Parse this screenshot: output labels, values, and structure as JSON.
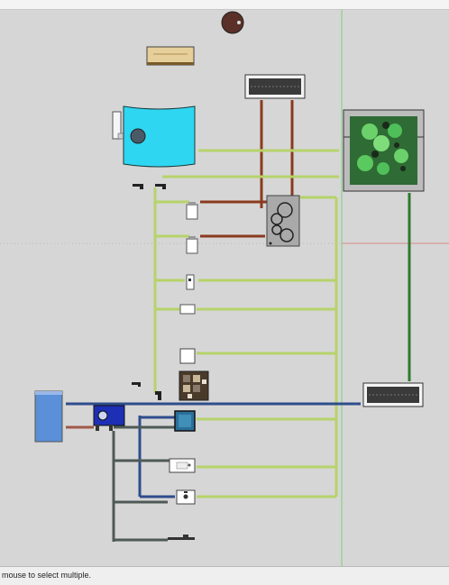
{
  "status_bar": {
    "message": "mouse to select multiple."
  },
  "colors": {
    "background": "#d6d6d6",
    "green_axis": "#7fd07f",
    "red_axis": "#d88a8a",
    "water_pipe": "#b7d36b",
    "hot_pipe": "#8b3a1e",
    "blue_pipe": "#2e4d8c",
    "drain_pipe": "#4f5a57",
    "dark_green_line": "#2d7a2d",
    "tank": "#2fd6f2",
    "solar_panel": "#5b8fd8",
    "pump": "#1d2fb5",
    "garden": "#2f6b34"
  },
  "objects": [
    "round-fixture",
    "wooden-crate",
    "top-grate",
    "water-tank",
    "garden-bed",
    "cooktop",
    "tap-1",
    "tap-2",
    "tap-3",
    "tap-4",
    "white-box",
    "tile-block",
    "solar-panel",
    "pump-unit",
    "blue-fixture",
    "sink-1",
    "sink-2",
    "lower-grate",
    "drain-outlet"
  ]
}
